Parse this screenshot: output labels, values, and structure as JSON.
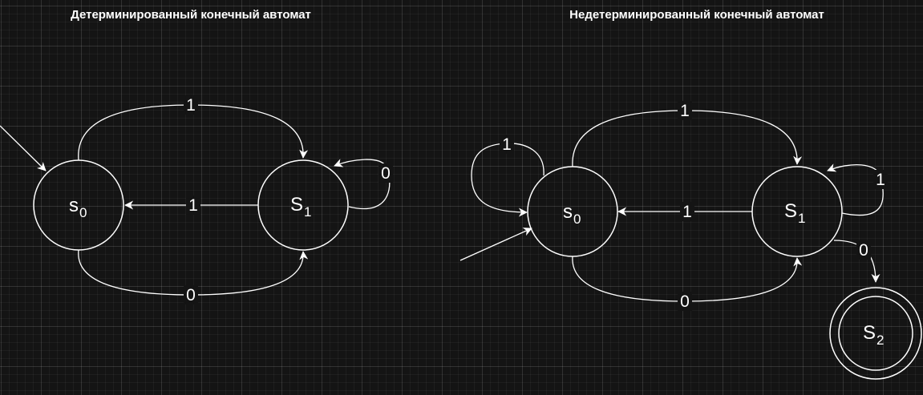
{
  "dfa": {
    "title": "Детерминированный конечный автомат",
    "states": {
      "s0": {
        "letter": "s",
        "sub": "0"
      },
      "s1": {
        "letter": "S",
        "sub": "1"
      }
    },
    "edges": {
      "s0_s1_top": "1",
      "s1_s0": "1",
      "s0_s1_bottom": "0",
      "s1_loop": "0"
    }
  },
  "nfa": {
    "title": "Недетерминированный конечный автомат",
    "states": {
      "s0": {
        "letter": "s",
        "sub": "0"
      },
      "s1": {
        "letter": "S",
        "sub": "1"
      },
      "s2": {
        "letter": "S",
        "sub": "2"
      }
    },
    "edges": {
      "s0_s1_top": "1",
      "s1_s0": "1",
      "s0_s1_bottom": "0",
      "s0_loop": "1",
      "s1_loop": "1",
      "s1_s2": "0"
    }
  },
  "colors": {
    "background": "#141414",
    "stroke": "#ffffff",
    "text": "#ffffff"
  }
}
